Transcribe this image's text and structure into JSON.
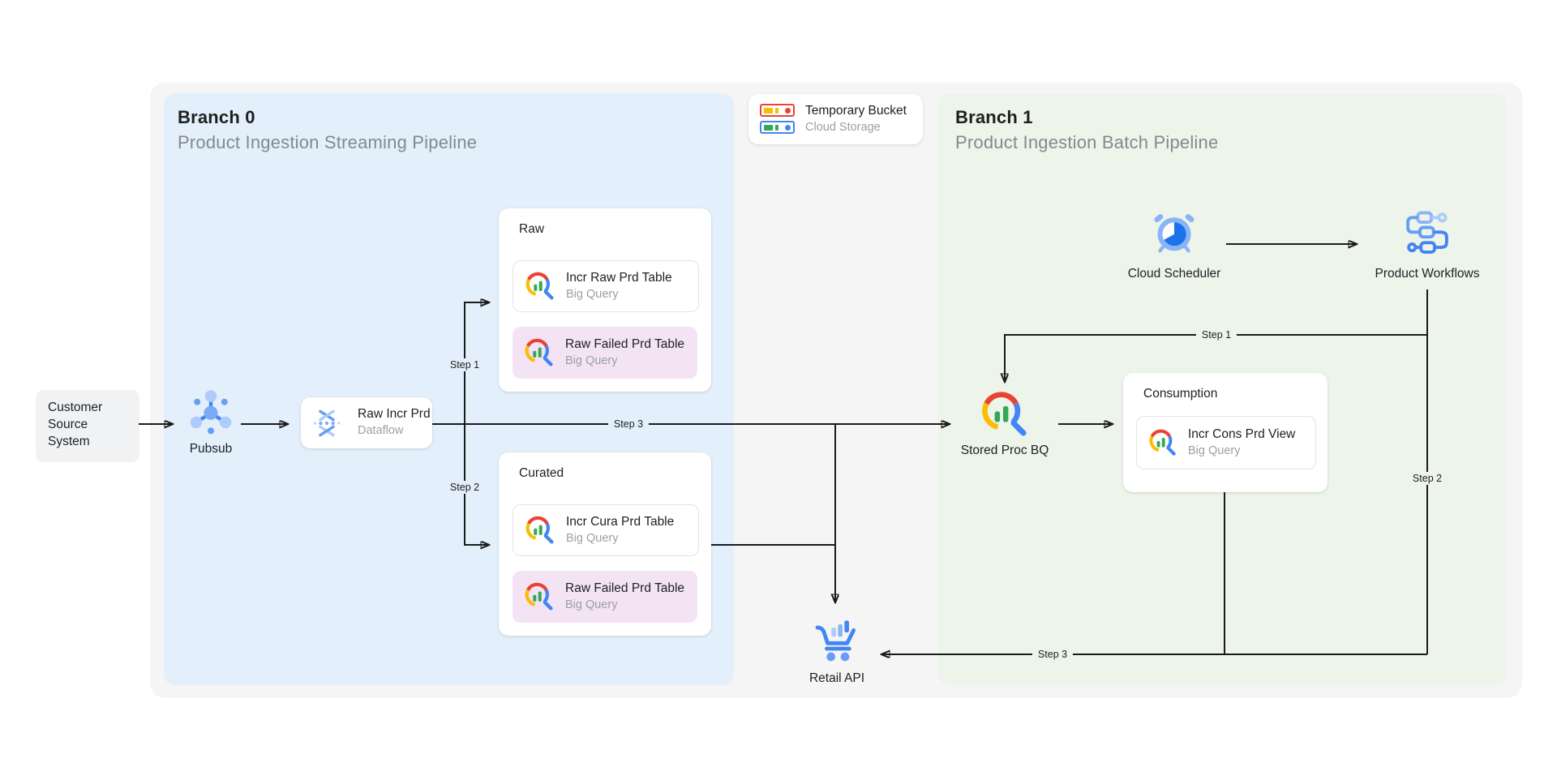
{
  "branch0": {
    "title": "Branch 0",
    "subtitle": "Product Ingestion Streaming Pipeline"
  },
  "branch1": {
    "title": "Branch 1",
    "subtitle": "Product Ingestion Batch Pipeline"
  },
  "external": {
    "customer_source": {
      "line1": "Customer",
      "line2": "Source",
      "line3": "System"
    }
  },
  "nodes": {
    "pubsub": {
      "label": "Pubsub"
    },
    "dataflow": {
      "title": "Raw Incr Prd",
      "subtitle": "Dataflow"
    },
    "temporary_bucket": {
      "title": "Temporary Bucket",
      "subtitle": "Cloud Storage"
    },
    "raw_group": {
      "title": "Raw",
      "items": [
        {
          "title": "Incr Raw Prd Table",
          "subtitle": "Big Query"
        },
        {
          "title": "Raw Failed Prd Table",
          "subtitle": "Big Query"
        }
      ]
    },
    "curated_group": {
      "title": "Curated",
      "items": [
        {
          "title": "Incr Cura Prd Table",
          "subtitle": "Big Query"
        },
        {
          "title": "Raw Failed Prd Table",
          "subtitle": "Big Query"
        }
      ]
    },
    "cloud_scheduler": {
      "label": "Cloud Scheduler"
    },
    "product_workflows": {
      "label": "Product Workflows"
    },
    "stored_proc_bq": {
      "label": "Stored Proc BQ"
    },
    "consumption_group": {
      "title": "Consumption",
      "items": [
        {
          "title": "Incr Cons Prd View",
          "subtitle": "Big Query"
        }
      ]
    },
    "retail_api": {
      "label": "Retail API"
    }
  },
  "steps": {
    "b0_step1": "Step 1",
    "b0_step2": "Step 2",
    "b0_step3": "Step 3",
    "b1_step1": "Step 1",
    "b1_step2": "Step 2",
    "b1_step3": "Step 3"
  },
  "colors": {
    "branch0_bg": "#e3effb",
    "branch1_bg": "#edf4ea",
    "outer_panel_bg": "#f5f5f6",
    "failed_table_bg": "#f4e3f5",
    "connector": "#1b1b1b",
    "google_blue": "#4285f4",
    "google_red": "#ea4335",
    "google_yellow": "#fbbc04",
    "google_green": "#34a853"
  }
}
